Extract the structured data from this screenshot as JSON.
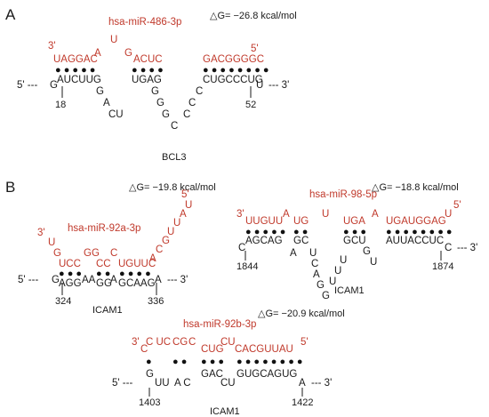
{
  "panels": {
    "a": "A",
    "b": "B"
  },
  "diagrams": [
    {
      "id": "bcl3",
      "mirna_name": "hsa-miR-486-3p",
      "dg": "△G= −26.8 kcal/mol",
      "gene": "BCL3",
      "five_prime": "5' ---",
      "three_prime": "--- 3'",
      "mir_3prime": "3'",
      "mir_5prime": "5'",
      "pos_start": "18",
      "pos_end": "52",
      "mir_seg1": "UAGGAC",
      "mir_bulge1a": "U",
      "mir_bulge1b": "A",
      "mir_bulge1c": "G",
      "mir_seg2": "ACUC",
      "mir_seg3": "GACGGGGC",
      "mrna_seg1": "AUCUUG",
      "mrna_G": "G",
      "mrna_seg2": "UGAG",
      "mrna_seg3": "CUGCCCUG",
      "mrna_U": "U",
      "loop1": [
        "G",
        "A",
        "CU"
      ],
      "loop2": [
        "G",
        "G",
        "G",
        "C",
        "C",
        "C",
        "C"
      ]
    },
    {
      "id": "icam1-92a",
      "mirna_name": "hsa-miR-92a-3p",
      "dg": "△G= −19.8 kcal/mol",
      "gene": "ICAM1",
      "five_prime": "5' ---",
      "three_prime": "--- 3'",
      "mir_3prime": "3'",
      "mir_5prime": "5'",
      "pos_start": "324",
      "pos_end": "336",
      "mir_tail": [
        "U",
        "G"
      ],
      "mir_seg1": "UCC",
      "mir_seg2": "GG",
      "mir_seg3": "CC",
      "mir_seg4": "C",
      "mir_seg5": "UGUUC",
      "mir_tail_end": [
        "A",
        "C",
        "G",
        "U",
        "U",
        "A",
        "U"
      ],
      "mrna_G": "G",
      "mrna_seg1": "AGG",
      "mrna_seg2": "GG",
      "mrna_seg3": "GCAAG",
      "mrna_A": "A",
      "mrna_loop1": "AA",
      "mrna_loop2": "A"
    },
    {
      "id": "icam1-98",
      "mirna_name": "hsa-miR-98-5p",
      "dg": "△G= −18.8 kcal/mol",
      "gene": "ICAM1",
      "three_prime": "--- 3'",
      "mir_3prime": "3'",
      "mir_5prime": "5'",
      "pos_start": "1844",
      "pos_end": "1874",
      "mir_seg1": "UUGUU",
      "mir_bA": "A",
      "mir_seg2": "UG",
      "mir_bU": "U",
      "mir_seg3": "UGA",
      "mir_bA2": "A",
      "mir_seg4": "UGAUGGAG",
      "mir_tail_U": "U",
      "mrna_C": "C",
      "mrna_seg1": "AGCAG",
      "mrna_seg2": "GC",
      "mrna_seg3": "GCU",
      "mrna_seg4": "AUUACCUC",
      "mrna_C2": "C",
      "mrna_A": "A",
      "loop1": [
        "U",
        "C",
        "A",
        "G",
        "G"
      ],
      "loop2": [
        "U",
        "U",
        "U",
        "G",
        "U"
      ]
    },
    {
      "id": "icam1-92b",
      "mirna_name": "hsa-miR-92b-3p",
      "dg": "△G= −20.9 kcal/mol",
      "gene": "ICAM1",
      "five_prime": "5' ---",
      "three_prime": "--- 3'",
      "mir_3prime": "3'",
      "mir_5prime": "5'",
      "pos_start": "1403",
      "pos_end": "1422",
      "mir_C": "C",
      "mir_seg1": "C UC",
      "mir_seg2": "CG",
      "mir_seg3": "C",
      "mir_seg4": "CUG",
      "mir_seg5": "CU",
      "mir_seg6": "CACGUUAU",
      "mrna_G": "G",
      "mrna_seg1": "UU",
      "mrna_seg2": "A C",
      "mrna_seg3": "GAC",
      "mrna_seg4": "CU",
      "mrna_seg5": "GUGCAGUG",
      "mrna_A": "A"
    }
  ]
}
